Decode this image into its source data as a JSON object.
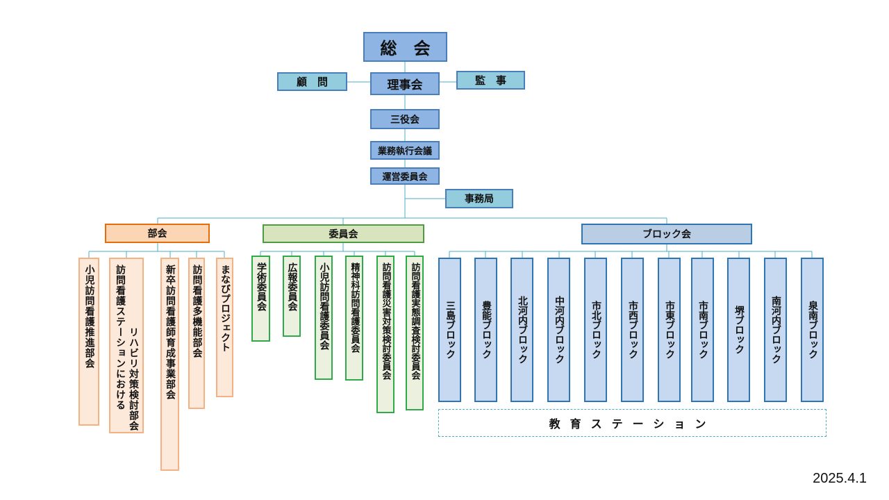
{
  "top": {
    "soukai": "総　会",
    "komon": "顧　問",
    "rijikai": "理事会",
    "kanji": "監　事",
    "sanyakukai": "三役会",
    "gyoumu": "業務執行会議",
    "unei": "運営委員会",
    "jimukyoku": "事務局"
  },
  "groups": {
    "bukai": "部会",
    "iinkai": "委員会",
    "block": "ブロック会"
  },
  "bukai_items": [
    "小児訪問看護推進部会",
    "訪問看護ステーションにおける",
    "リハビリ対策検討部会",
    "新卒訪問看護師育成事業部会",
    "訪問看護多機能部会",
    "まなびプロジェクト"
  ],
  "iinkai_items": [
    "学術委員会",
    "広報委員会",
    "小児訪問看護委員会",
    "精神科訪問看護委員会",
    "訪問看護災害対策検討委員会",
    "訪問看護実態調査検討委員会"
  ],
  "block_items": [
    "三島ブロック",
    "豊能ブロック",
    "北河内ブロック",
    "中河内ブロック",
    "市北ブロック",
    "市西ブロック",
    "市東ブロック",
    "市南ブロック",
    "堺ブロック",
    "南河内ブロック",
    "泉南ブロック"
  ],
  "education_station": "教育ステーション",
  "date": "2025.4.1"
}
